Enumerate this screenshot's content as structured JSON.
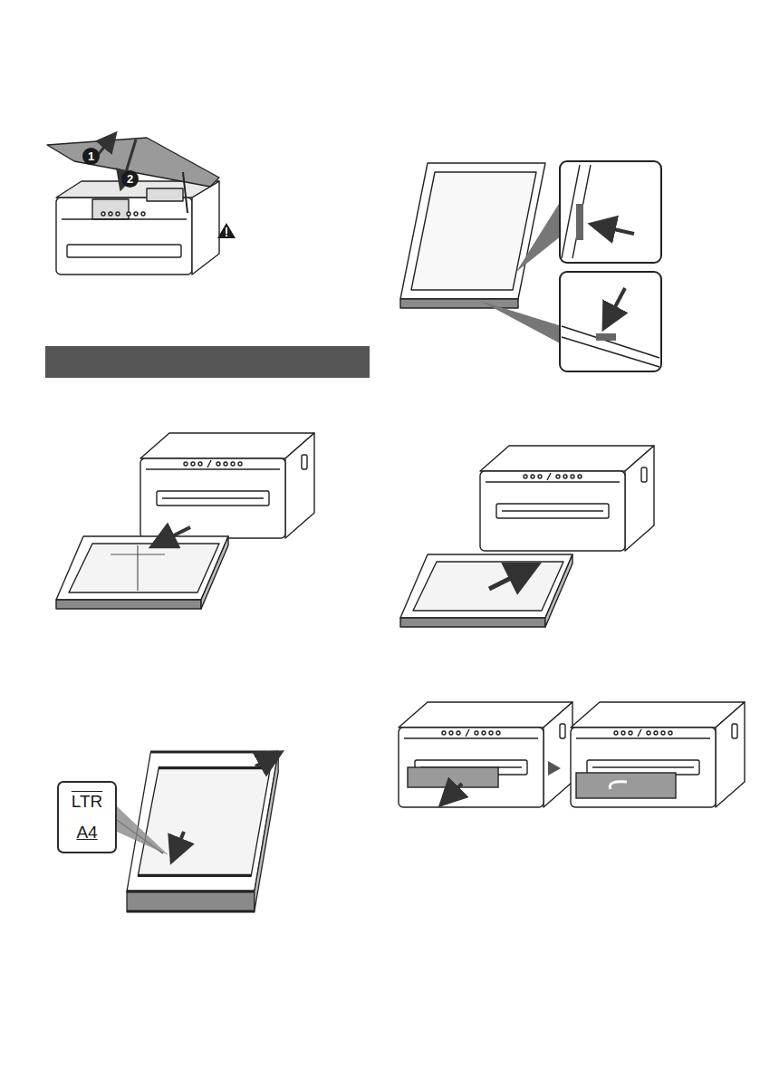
{
  "diagram": {
    "nodes": [
      {
        "text": [
          "1"
        ]
      },
      {
        "text": [
          "2"
        ]
      },
      {
        "text": [
          "LTR",
          "A4"
        ]
      }
    ]
  }
}
